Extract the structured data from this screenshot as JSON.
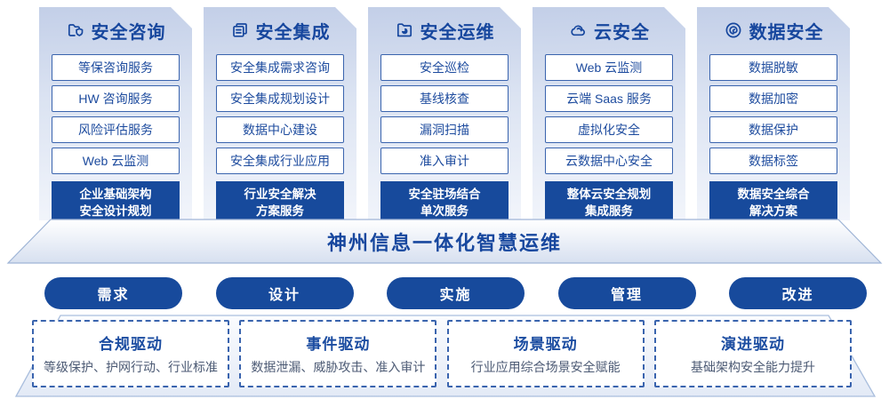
{
  "colors": {
    "navy_text": "#17479e",
    "box_border": "#3a64ae",
    "solid_fill": "#174a9c",
    "panel_gradient_top": "#c3cfe8",
    "panel_gradient_bottom": "#f2f5fb",
    "driver_desc_text": "#4c5a74"
  },
  "columns": [
    {
      "icon": "folder-shield-icon",
      "title": "安全咨询",
      "items": [
        "等保咨询服务",
        "HW 咨询服务",
        "风险评估服务",
        "Web 云监测"
      ],
      "footer": [
        "企业基础架构",
        "安全设计规划"
      ]
    },
    {
      "icon": "copy-documents-icon",
      "title": "安全集成",
      "items": [
        "安全集成需求咨询",
        "安全集成规划设计",
        "数据中心建设",
        "安全集成行业应用"
      ],
      "footer": [
        "行业安全解决",
        "方案服务"
      ]
    },
    {
      "icon": "folder-pie-icon",
      "title": "安全运维",
      "items": [
        "安全巡检",
        "基线核查",
        "漏洞扫描",
        "准入审计"
      ],
      "footer": [
        "安全驻场结合",
        "单次服务"
      ]
    },
    {
      "icon": "cloud-icon",
      "title": "云安全",
      "items": [
        "Web 云监测",
        "云端 Saas 服务",
        "虚拟化安全",
        "云数据中心安全"
      ],
      "footer": [
        "整体云安全规划",
        "集成服务"
      ]
    },
    {
      "icon": "spiral-circle-icon",
      "title": "数据安全",
      "items": [
        "数据脱敏",
        "数据加密",
        "数据保护",
        "数据标签"
      ],
      "footer": [
        "数据安全综合",
        "解决方案"
      ]
    }
  ],
  "banner": {
    "title": "神州信息一体化智慧运维"
  },
  "process_pills": [
    "需求",
    "设计",
    "实施",
    "管理",
    "改进"
  ],
  "drivers": [
    {
      "title": "合规驱动",
      "desc": "等级保护、护网行动、行业标准"
    },
    {
      "title": "事件驱动",
      "desc": "数据泄漏、威胁攻击、准入审计"
    },
    {
      "title": "场景驱动",
      "desc": "行业应用综合场景安全赋能"
    },
    {
      "title": "演进驱动",
      "desc": "基础架构安全能力提升"
    }
  ]
}
